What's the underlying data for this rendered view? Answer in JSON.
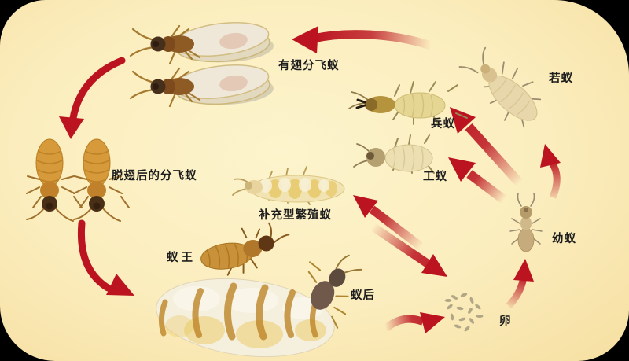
{
  "background": {
    "center_color": "#fdf4cd",
    "edge_color": "#f6dfa1",
    "outside_color": "#000000"
  },
  "arrow_color": "#bb1420",
  "text_color": "#1d1d1d",
  "stages": {
    "alate": {
      "label": "有翅分飞蚁"
    },
    "dealate": {
      "label": "脱翅后的分飞蚁"
    },
    "king": {
      "label": "蚁王"
    },
    "queen": {
      "label": "蚁后"
    },
    "eggs": {
      "label": "卵"
    },
    "larva": {
      "label": "幼蚁"
    },
    "nymph": {
      "label": "若蚁"
    },
    "worker": {
      "label": "工蚁"
    },
    "soldier": {
      "label": "兵蚁"
    },
    "supplementary": {
      "label": "补充型繁殖蚁"
    }
  }
}
